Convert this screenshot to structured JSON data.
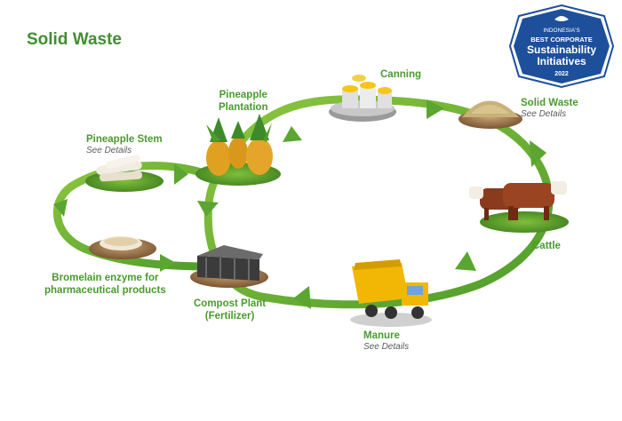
{
  "title": "Solid Waste",
  "badge": {
    "line1": "INDONESIA'S",
    "line2": "BEST CORPORATE",
    "line3": "Sustainability",
    "line4": "Initiatives",
    "year": "2022"
  },
  "nodes": {
    "canning": {
      "label": "Canning"
    },
    "solid_waste": {
      "label": "Solid Waste",
      "link": "See Details"
    },
    "cattle": {
      "label": "Cattle"
    },
    "manure": {
      "label": "Manure",
      "link": "See Details"
    },
    "compost": {
      "label_line1": "Compost Plant",
      "label_line2": "(Fertilizer)"
    },
    "bromelain": {
      "label_line1": "Bromelain enzyme for",
      "label_line2": "pharmaceutical products"
    },
    "stem": {
      "label": "Pineapple Stem",
      "link": "See Details"
    },
    "plantation": {
      "label_line1": "Pineapple",
      "label_line2": "Plantation"
    }
  },
  "colors": {
    "title_green": "#3f8f2e",
    "loop_green": "#6cb33f",
    "loop_dark": "#3e8a2a",
    "badge_blue": "#1d4f9b",
    "truck_yellow": "#f2b705",
    "cattle_brown": "#8a3b1e"
  }
}
